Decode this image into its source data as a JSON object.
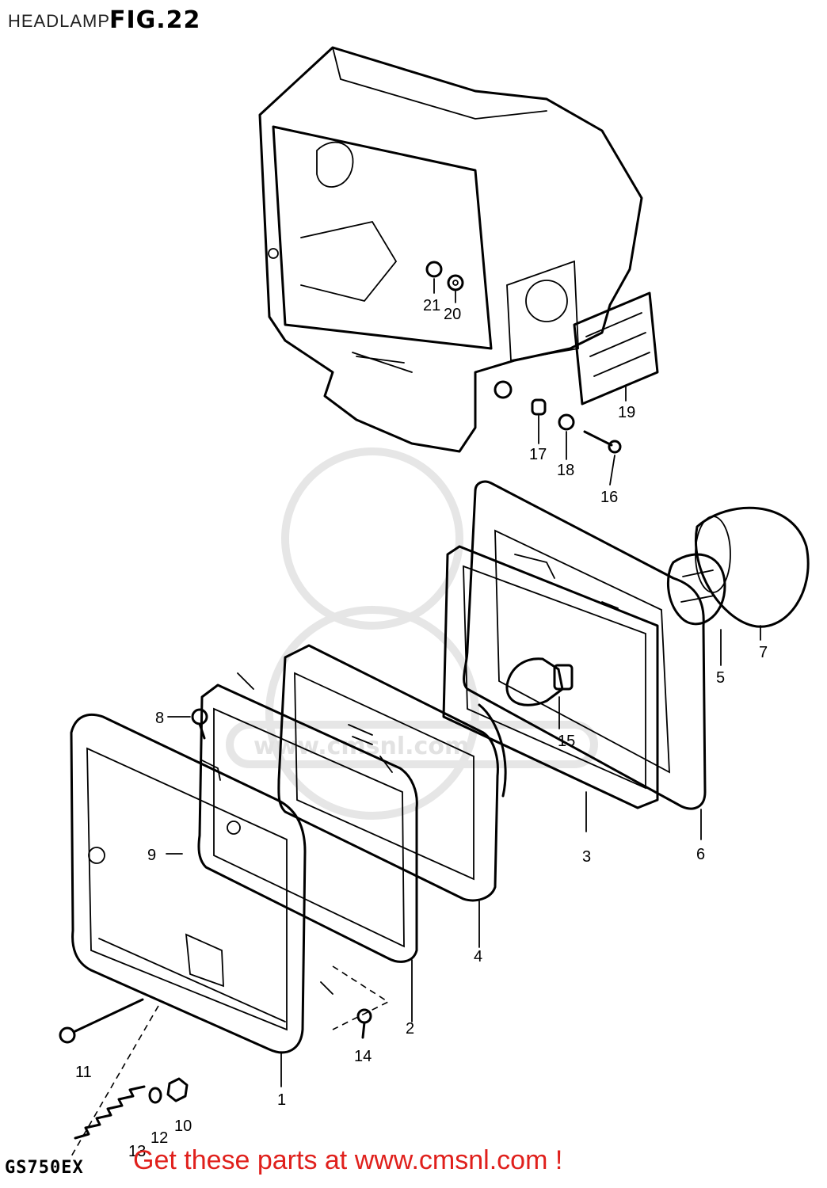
{
  "header": {
    "title": "HEADLAMP",
    "figure": "FIG.22"
  },
  "footer": {
    "model": "GS750EX",
    "promo": "Get these parts at www.cmsnl.com !"
  },
  "watermark": {
    "text": "www.cmsnl.com"
  },
  "callouts": [
    "1",
    "2",
    "3",
    "4",
    "5",
    "6",
    "7",
    "8",
    "9",
    "10",
    "11",
    "12",
    "13",
    "14",
    "15",
    "16",
    "17",
    "18",
    "19",
    "20",
    "21"
  ]
}
